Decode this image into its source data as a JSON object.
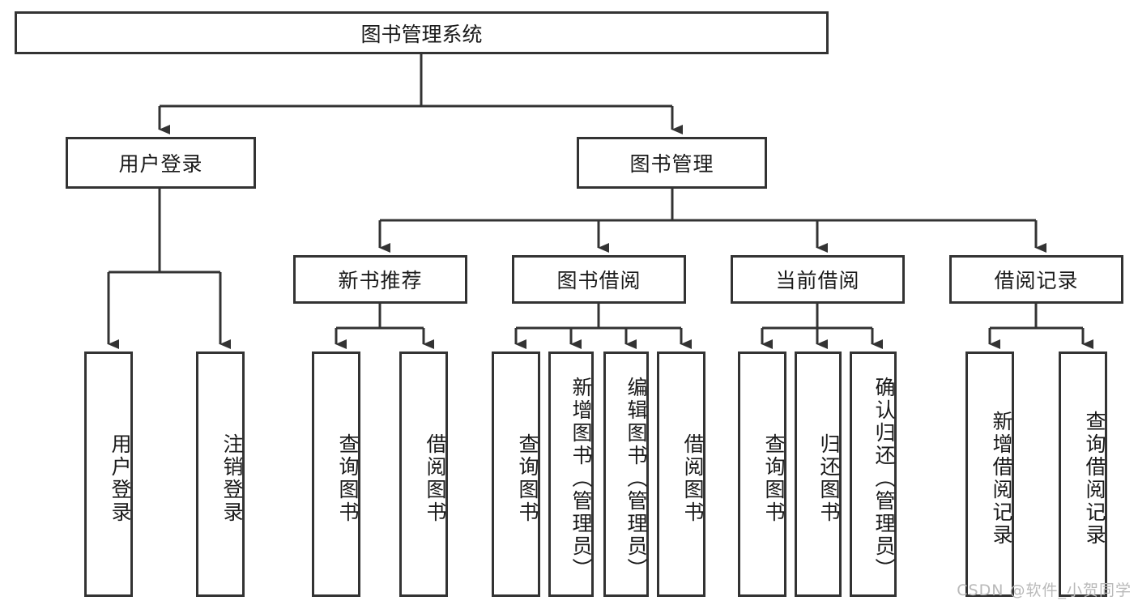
{
  "diagram": {
    "type": "tree-hierarchy-diagram",
    "title": "图书管理系统",
    "watermark": "CSDN @软件_小贺同学",
    "colors": {
      "stroke": "#333333",
      "fill": "#ffffff",
      "text": "#1a1a1a",
      "watermark": "#b9b9b9"
    },
    "levels": {
      "level1": [
        "图书管理系统"
      ],
      "level2": [
        "用户登录",
        "图书管理"
      ],
      "level3": [
        "新书推荐",
        "图书借阅",
        "当前借阅",
        "借阅记录"
      ],
      "level4": [
        "用户登录",
        "注销登录",
        "查询图书",
        "借阅图书",
        "查询图书",
        "新增图书（管理员）",
        "编辑图书（管理员）",
        "借阅图书",
        "查询图书",
        "归还图书",
        "确认归还（管理员）",
        "新增借阅记录",
        "查询借阅记录"
      ]
    },
    "nodes": {
      "root": {
        "label": "图书管理系统"
      },
      "user_login": {
        "label": "用户登录"
      },
      "book_manage": {
        "label": "图书管理"
      },
      "new_book_rec": {
        "label": "新书推荐"
      },
      "book_borrow": {
        "label": "图书借阅"
      },
      "current_borrow": {
        "label": "当前借阅"
      },
      "borrow_record": {
        "label": "借阅记录"
      },
      "leaf_user_login": {
        "label": "用户登录"
      },
      "leaf_logout": {
        "label": "注销登录"
      },
      "leaf_query_book_a": {
        "label": "查询图书"
      },
      "leaf_borrow_book_a": {
        "label": "借阅图书"
      },
      "leaf_query_book_b": {
        "label": "查询图书"
      },
      "leaf_add_book": {
        "label": "新增图书（管理员）"
      },
      "leaf_edit_book": {
        "label": "编辑图书（管理员）"
      },
      "leaf_borrow_book_b": {
        "label": "借阅图书"
      },
      "leaf_query_book_c": {
        "label": "查询图书"
      },
      "leaf_return_book": {
        "label": "归还图书"
      },
      "leaf_confirm_return": {
        "label": "确认归还（管理员）"
      },
      "leaf_add_record": {
        "label": "新增借阅记录"
      },
      "leaf_query_record": {
        "label": "查询借阅记录"
      }
    },
    "edges": [
      {
        "from": "root",
        "to": "user_login"
      },
      {
        "from": "root",
        "to": "book_manage"
      },
      {
        "from": "user_login",
        "to": "leaf_user_login"
      },
      {
        "from": "user_login",
        "to": "leaf_logout"
      },
      {
        "from": "book_manage",
        "to": "new_book_rec"
      },
      {
        "from": "book_manage",
        "to": "book_borrow"
      },
      {
        "from": "book_manage",
        "to": "current_borrow"
      },
      {
        "from": "book_manage",
        "to": "borrow_record"
      },
      {
        "from": "new_book_rec",
        "to": "leaf_query_book_a"
      },
      {
        "from": "new_book_rec",
        "to": "leaf_borrow_book_a"
      },
      {
        "from": "book_borrow",
        "to": "leaf_query_book_b"
      },
      {
        "from": "book_borrow",
        "to": "leaf_add_book"
      },
      {
        "from": "book_borrow",
        "to": "leaf_edit_book"
      },
      {
        "from": "book_borrow",
        "to": "leaf_borrow_book_b"
      },
      {
        "from": "current_borrow",
        "to": "leaf_query_book_c"
      },
      {
        "from": "current_borrow",
        "to": "leaf_return_book"
      },
      {
        "from": "current_borrow",
        "to": "leaf_confirm_return"
      },
      {
        "from": "borrow_record",
        "to": "leaf_add_record"
      },
      {
        "from": "borrow_record",
        "to": "leaf_query_record"
      }
    ]
  }
}
